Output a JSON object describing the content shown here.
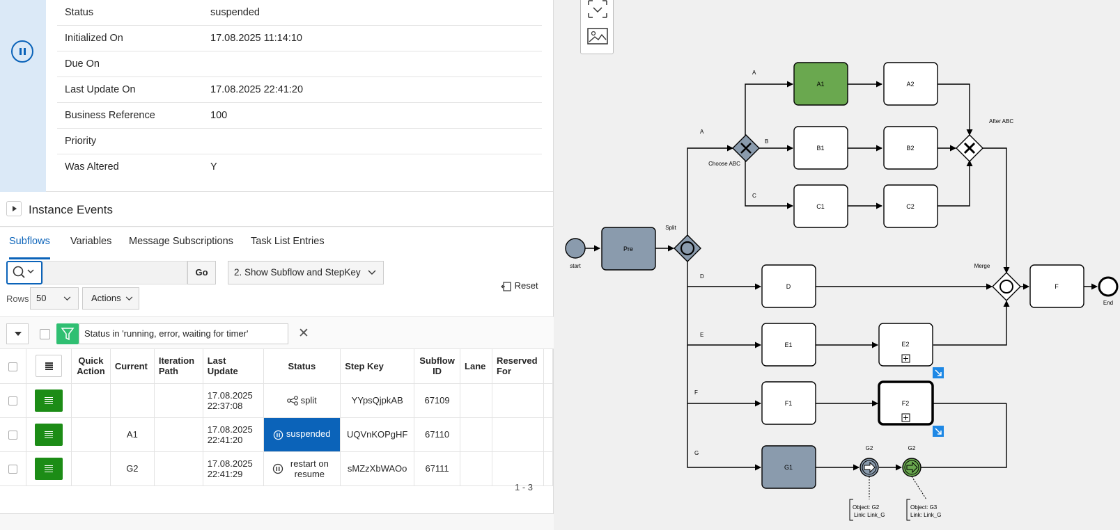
{
  "details": {
    "status_icon": "pause-circle-icon",
    "rows": [
      {
        "key": "Status",
        "value": "suspended"
      },
      {
        "key": "Initialized On",
        "value": "17.08.2025 11:14:10"
      },
      {
        "key": "Due On",
        "value": ""
      },
      {
        "key": "Last Update On",
        "value": "17.08.2025 22:41:20"
      },
      {
        "key": "Business Reference",
        "value": "100"
      },
      {
        "key": "Priority",
        "value": ""
      },
      {
        "key": "Was Altered",
        "value": "Y"
      }
    ]
  },
  "events": {
    "title": "Instance Events"
  },
  "tabs": [
    "Subflows",
    "Variables",
    "Message Subscriptions",
    "Task List Entries"
  ],
  "toolbar": {
    "search_placeholder": "",
    "go_label": "Go",
    "report_label": "2. Show Subflow and StepKey",
    "reset_label": "Reset",
    "rows_label": "Rows",
    "rows_value": "50",
    "actions_label": "Actions"
  },
  "filter": {
    "text": "Status in 'running, error, waiting for timer'"
  },
  "table": {
    "headers": [
      "Quick Action",
      "Current",
      "Iteration Path",
      "Last Update",
      "Status",
      "Step Key",
      "Subflow ID",
      "Lane",
      "Reserved For"
    ],
    "rows": [
      {
        "current": "",
        "last_update": "17.08.2025 22:37:08",
        "status": "split",
        "status_icon": "split-icon",
        "step_key": "YYpsQjpkAB",
        "subflow_id": "67109"
      },
      {
        "current": "A1",
        "last_update": "17.08.2025 22:41:20",
        "status": "suspended",
        "status_icon": "pause-circle-icon",
        "step_key": "UQVnKOPgHF",
        "subflow_id": "67110"
      },
      {
        "current": "G2",
        "last_update": "17.08.2025 22:41:29",
        "status": "restart on resume",
        "status_icon": "pause-circle-icon",
        "step_key": "sMZzXbWAOo",
        "subflow_id": "67111"
      }
    ],
    "pagination": "1 - 3"
  },
  "diagram": {
    "colors": {
      "active": "#6aa84f",
      "completed": "#8a9bad",
      "default": "#ffffff"
    },
    "nodes": {
      "start": "start",
      "pre": "Pre",
      "split": "Split",
      "choose": "Choose ABC",
      "a1": "A1",
      "a2": "A2",
      "b1": "B1",
      "b2": "B2",
      "c1": "C1",
      "c2": "C2",
      "after": "After ABC",
      "d": "D",
      "e1": "E1",
      "e2": "E2",
      "f1": "F1",
      "f2": "F2",
      "g1": "G1",
      "g2a": "G2",
      "g2b": "G2",
      "merge": "Merge",
      "f": "F",
      "end": "End"
    },
    "flows": {
      "a": "A",
      "a2": "A",
      "b": "B",
      "c": "C",
      "d": "D",
      "e": "E",
      "f": "F",
      "g": "G"
    },
    "annotations": [
      {
        "line1": "Object: G2",
        "line2": "Link: Link_G"
      },
      {
        "line1": "Object: G3",
        "line2": "Link: Link_G"
      }
    ]
  }
}
